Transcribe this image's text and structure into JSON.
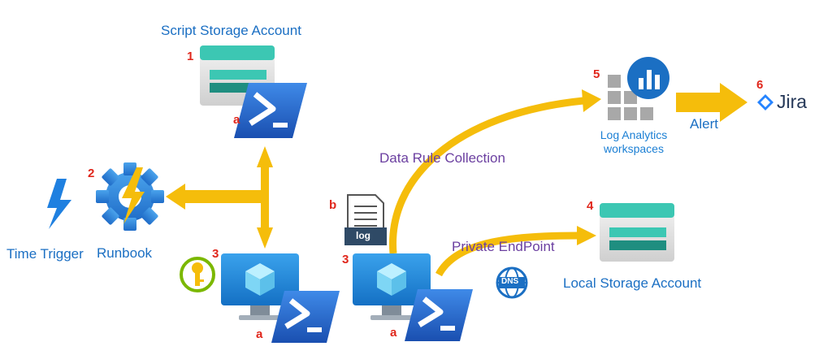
{
  "labels": {
    "script_storage": "Script Storage Account",
    "time_trigger": "Time Trigger",
    "runbook": "Runbook",
    "data_rule_collection": "Data Rule Collection",
    "private_endpoint": "Private EndPoint",
    "local_storage": "Local Storage Account",
    "log_analytics_line1": "Log Analytics",
    "log_analytics_line2": "workspaces",
    "alert": "Alert",
    "jira": "Jira",
    "log_file": "log",
    "dns": "DNS"
  },
  "steps": {
    "n1": "1",
    "n2": "2",
    "n3a": "3",
    "n3b": "3",
    "n4": "4",
    "n5": "5",
    "n6": "6",
    "a1": "a",
    "a2": "a",
    "a3": "a",
    "b": "b"
  },
  "colors": {
    "arrow": "#f5bd0b",
    "storage_teal": "#3cc7b3",
    "storage_dark": "#1f8e80",
    "powershell": "#1f5fc4",
    "monitor": "#1e88d6",
    "label_blue": "#1b6fc3",
    "label_purple": "#6b3fa0",
    "step_red": "#e0261b"
  }
}
